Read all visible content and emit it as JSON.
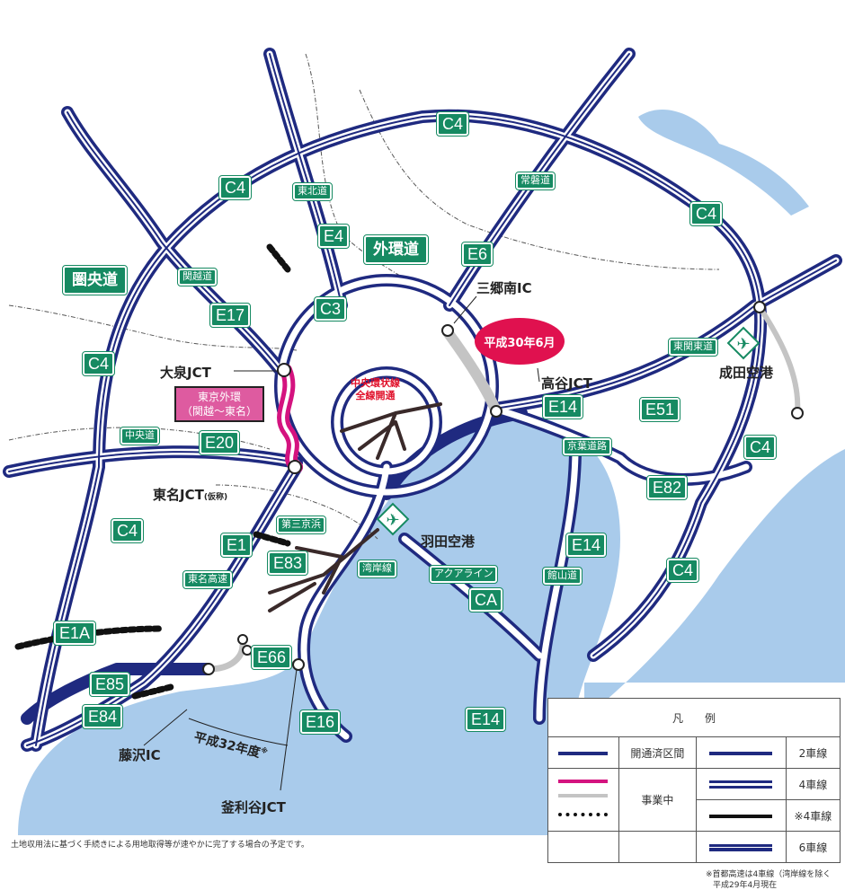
{
  "colors": {
    "road": "#1f2a80",
    "water": "#a9cbeb",
    "construction_magenta": "#d4137f",
    "construction_gray": "#c4c4c4",
    "sign_green": "#168a62"
  },
  "signs": {
    "c4_top": "C4",
    "c4_nw": "C4",
    "tohoku": "東北道",
    "joban": "常磐道",
    "c4_ne": "C4",
    "e4": "E4",
    "gaikan": "外環道",
    "e6": "E6",
    "kanetsu": "関越道",
    "kenodo": "圏央道",
    "e17": "E17",
    "c3": "C3",
    "c4_w": "C4",
    "higashikanto": "東関東道",
    "e14_a": "E14",
    "e51": "E51",
    "chuo": "中央道",
    "e20": "E20",
    "keiyo": "京葉道路",
    "c4_e": "C4",
    "e82": "E82",
    "c4_sw": "C4",
    "daisan": "第三京浜",
    "e1": "E1",
    "e14_b": "E14",
    "e83": "E83",
    "wangan": "湾岸線",
    "aqualine": "アクアライン",
    "c4_se": "C4",
    "tomei": "東名高速",
    "tateyama": "館山道",
    "ca": "CA",
    "e1a": "E1A",
    "e66": "E66",
    "e85": "E85",
    "e16": "E16",
    "e14_c": "E14",
    "e84": "E84"
  },
  "labels": {
    "misato": "三郷南IC",
    "opening": "平成30年6月",
    "narita": "成田空港",
    "oizumi": "大泉JCT",
    "takaya": "高谷JCT",
    "gaikan_box_1": "東京外環",
    "gaikan_box_2": "（関越～東名）",
    "tomei_jct": "東名JCT",
    "tomei_jct_note": "(仮称)",
    "haneda": "羽田空港",
    "fujisawa": "藤沢IC",
    "h32": "平成32年度",
    "h32_mark": "※",
    "kamariya": "釜利谷JCT",
    "central_1": "中央環状線",
    "central_2": "全線開通"
  },
  "legend": {
    "title": "凡　　例",
    "opened": "開通済区間",
    "under_construction": "事業中",
    "lane2": "2車線",
    "lane4": "4車線",
    "lane4_note": "※4車線",
    "lane6": "6車線"
  },
  "footnotes": {
    "land": "土地収用法に基づく手続きによる用地取得等が速やかに完了する場合の予定です。",
    "shutoko": "※首都高速は4車線（湾岸線を除く",
    "date": "平成29年4月現在"
  }
}
